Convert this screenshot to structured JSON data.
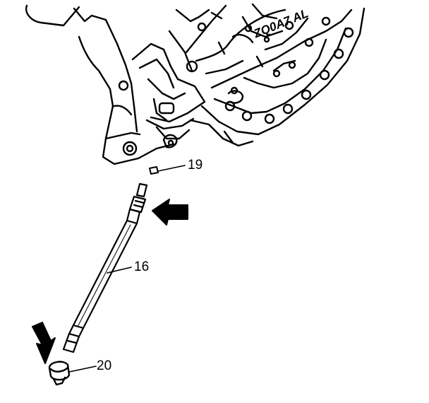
{
  "diagram": {
    "callouts": {
      "part_19": "19",
      "part_16": "16",
      "part_20": "20"
    },
    "housing_stamp": "ZQ0A7 AL",
    "colors": {
      "ink": "#000000",
      "paper": "#ffffff"
    },
    "icons": {
      "arrow_upper": "arrow-left-icon",
      "arrow_lower": "arrow-down-icon"
    }
  }
}
